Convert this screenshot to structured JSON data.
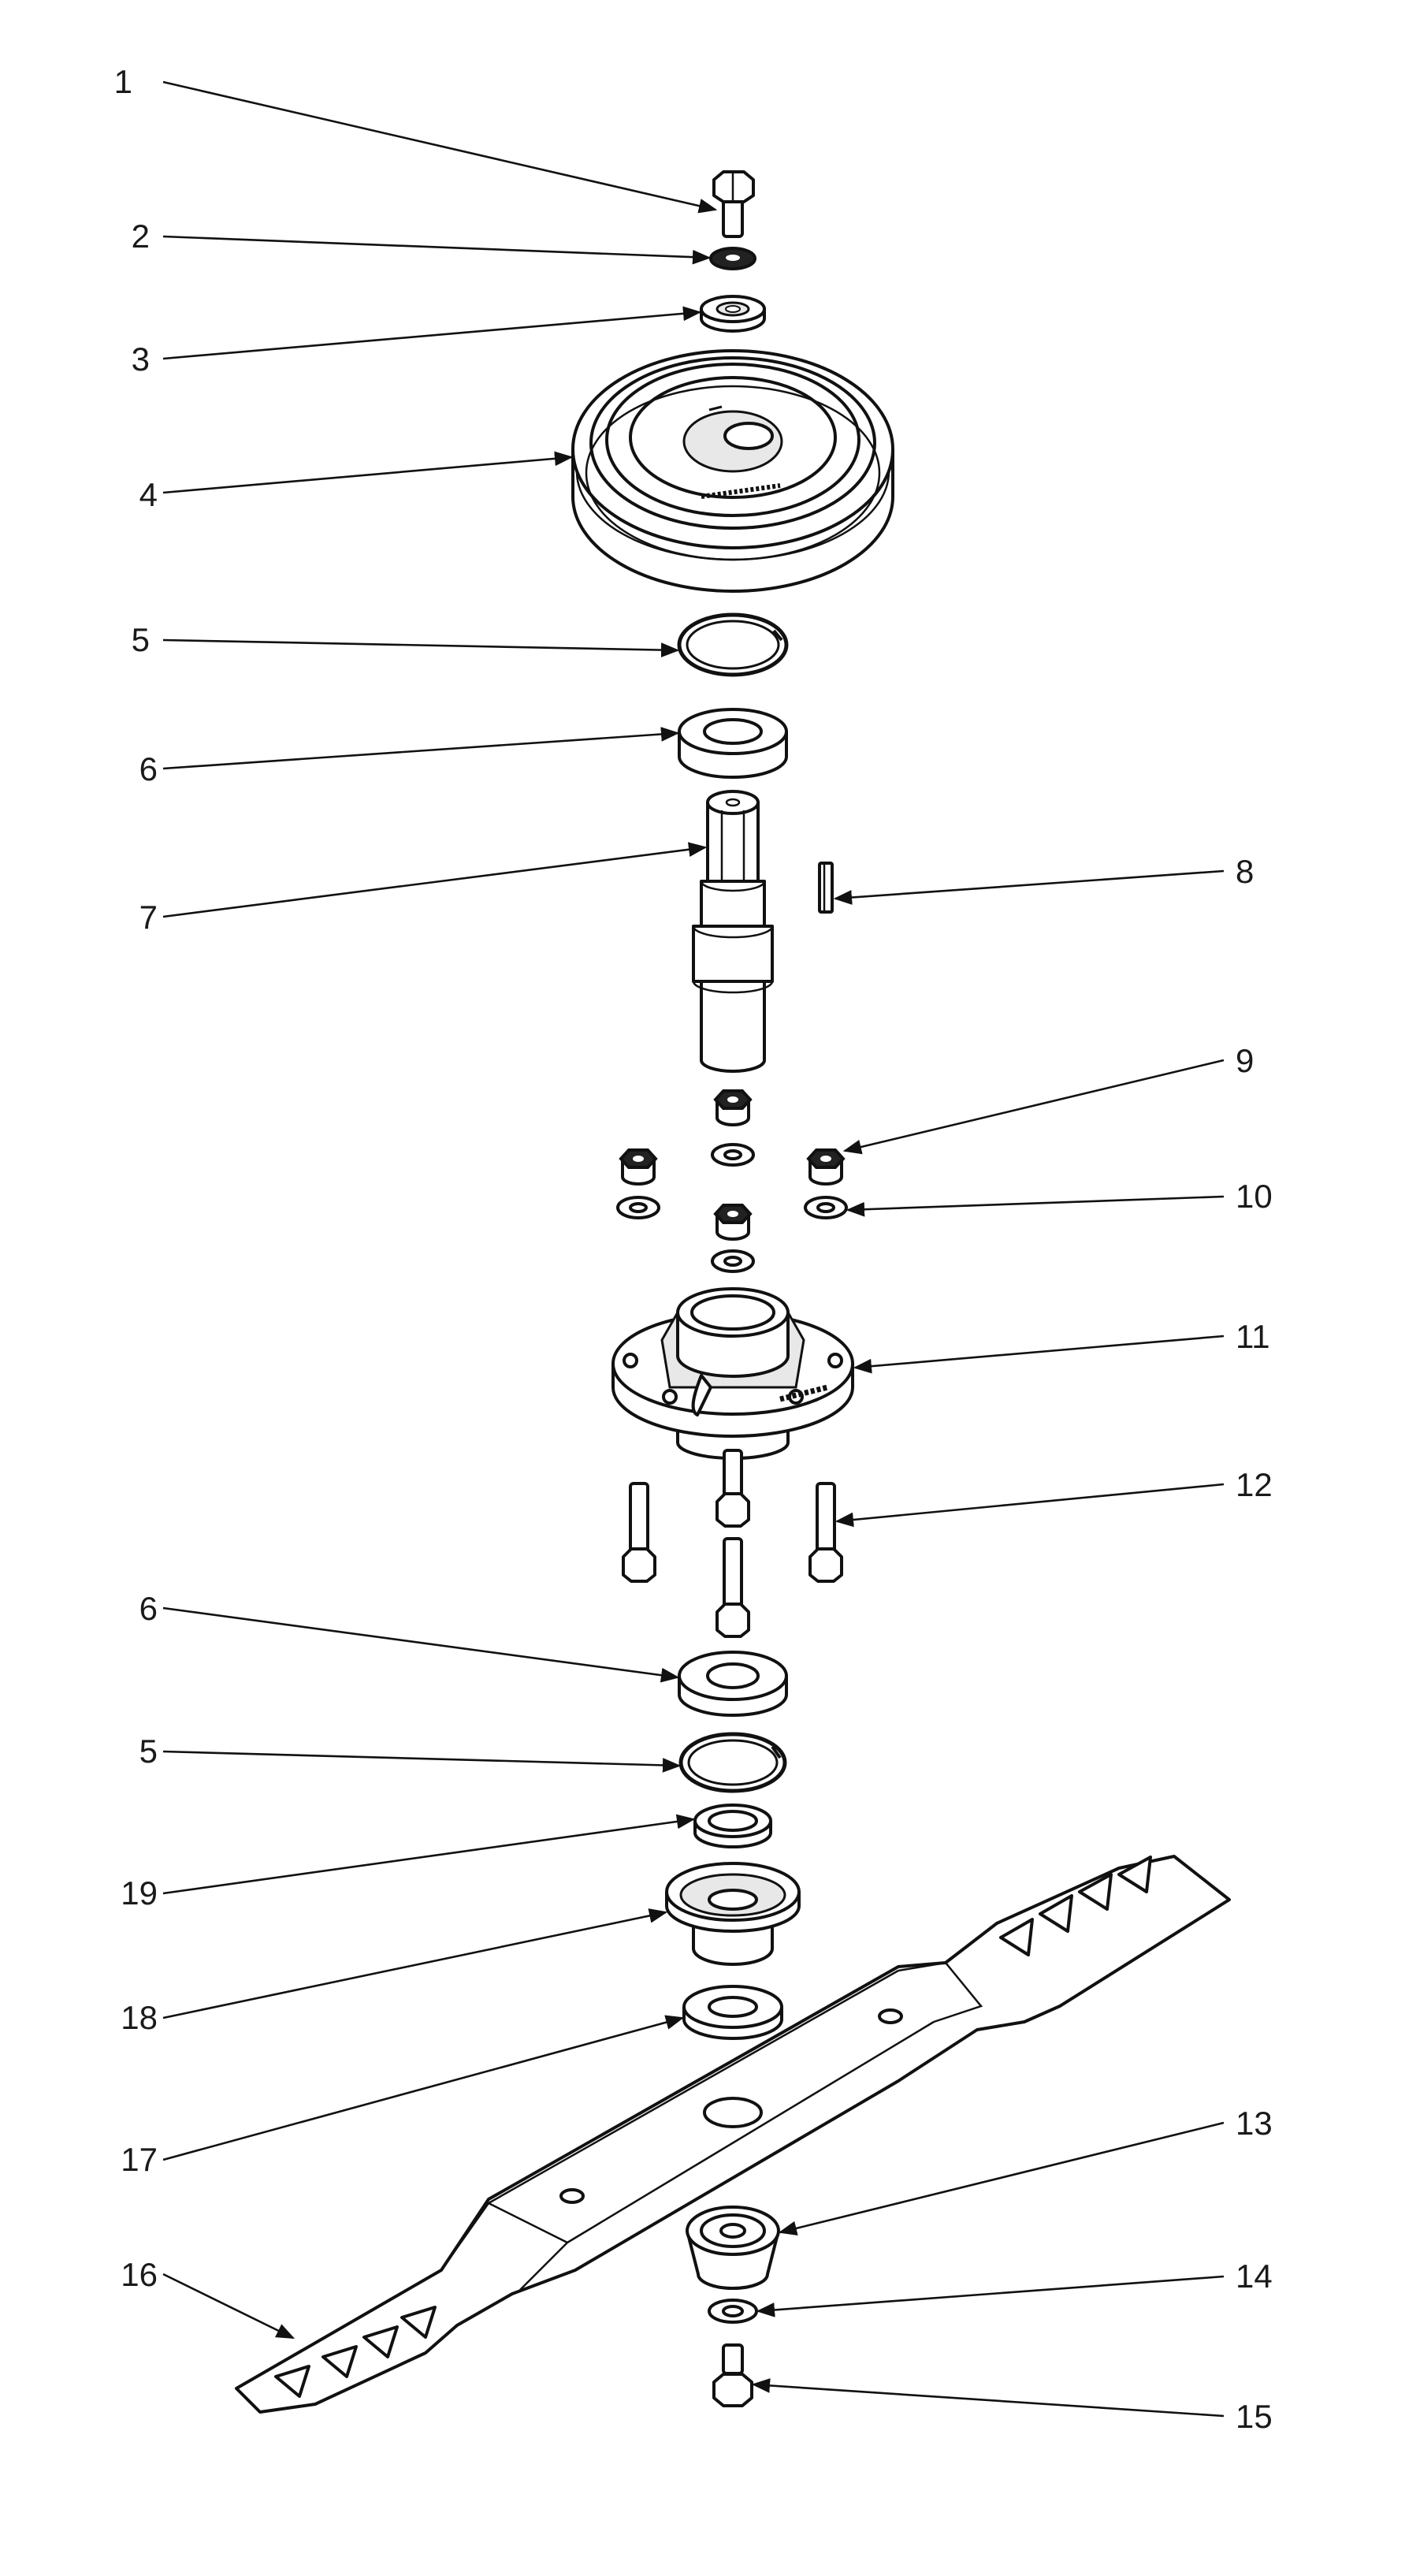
{
  "callouts": [
    {
      "id": "c1",
      "label": "1"
    },
    {
      "id": "c2",
      "label": "2"
    },
    {
      "id": "c3",
      "label": "3"
    },
    {
      "id": "c4",
      "label": "4"
    },
    {
      "id": "c5a",
      "label": "5"
    },
    {
      "id": "c6a",
      "label": "6"
    },
    {
      "id": "c7",
      "label": "7"
    },
    {
      "id": "c8",
      "label": "8"
    },
    {
      "id": "c9",
      "label": "9"
    },
    {
      "id": "c10",
      "label": "10"
    },
    {
      "id": "c11",
      "label": "11"
    },
    {
      "id": "c12",
      "label": "12"
    },
    {
      "id": "c6b",
      "label": "6"
    },
    {
      "id": "c5b",
      "label": "5"
    },
    {
      "id": "c19",
      "label": "19"
    },
    {
      "id": "c18",
      "label": "18"
    },
    {
      "id": "c17",
      "label": "17"
    },
    {
      "id": "c13",
      "label": "13"
    },
    {
      "id": "c16",
      "label": "16"
    },
    {
      "id": "c14",
      "label": "14"
    },
    {
      "id": "c15",
      "label": "15"
    }
  ]
}
